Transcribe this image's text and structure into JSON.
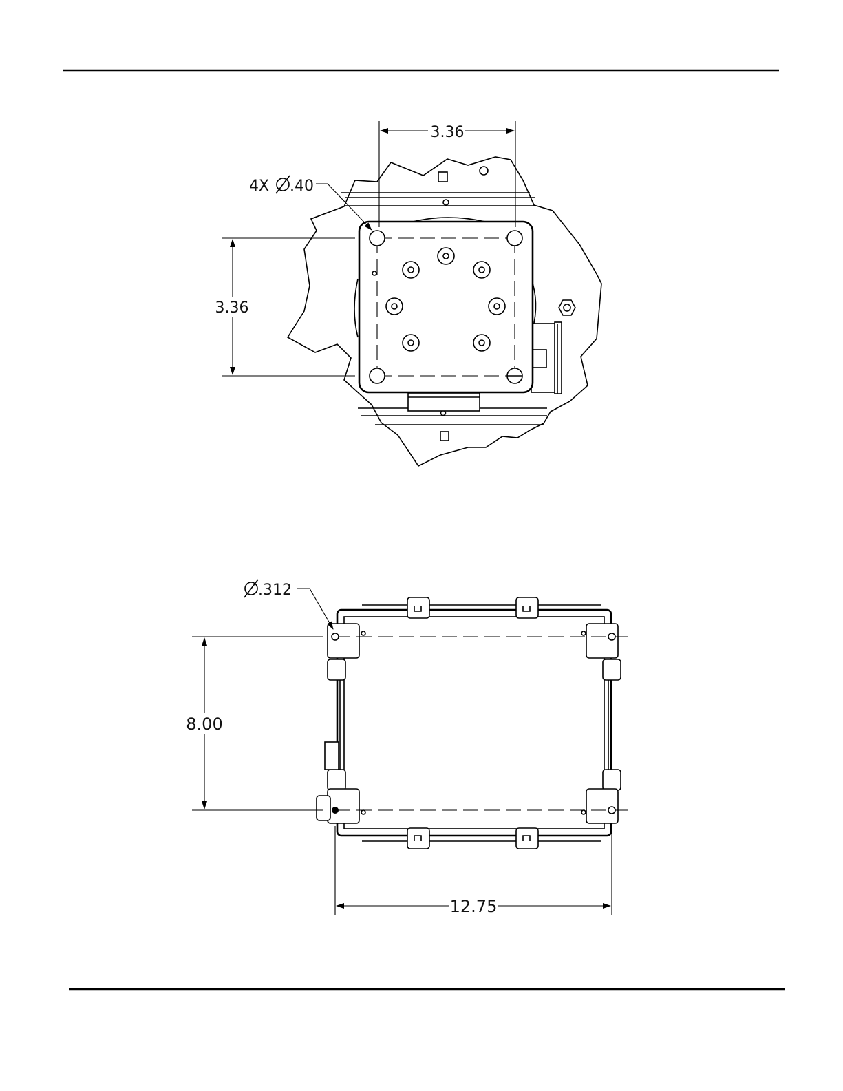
{
  "top_view": {
    "width_dim": "3.36",
    "height_dim": "3.36",
    "hole_callout_prefix": "4X",
    "hole_callout_diameter": ".40"
  },
  "bottom_view": {
    "hole_callout_diameter": ".312",
    "height_dim": "8.00",
    "width_dim": "12.75"
  },
  "colors": {
    "line": "#000000",
    "background": "#ffffff"
  }
}
